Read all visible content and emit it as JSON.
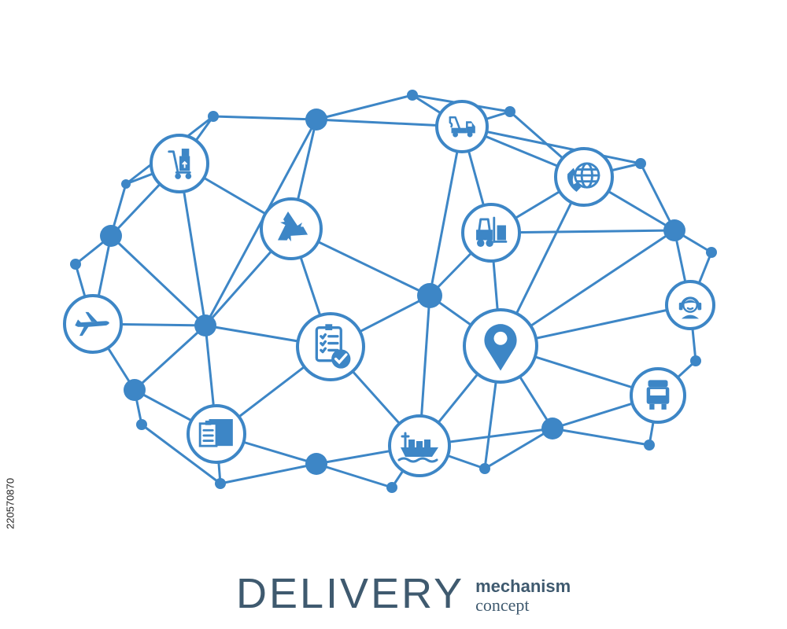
{
  "title": {
    "main": "DELIVERY",
    "sub_strong": "mechanism",
    "sub_light": "concept"
  },
  "stock_id": "220570870",
  "colors": {
    "accent": "#3d86c6",
    "text": "#3f5a6f",
    "background": "#ffffff"
  },
  "icons": [
    {
      "id": "hand-truck",
      "icon": "hand-truck-icon"
    },
    {
      "id": "tow-truck",
      "icon": "tow-truck-icon"
    },
    {
      "id": "globe-phone",
      "icon": "globe-phone-icon"
    },
    {
      "id": "recycle",
      "icon": "recycle-icon"
    },
    {
      "id": "forklift",
      "icon": "forklift-icon"
    },
    {
      "id": "airplane",
      "icon": "airplane-icon"
    },
    {
      "id": "checklist",
      "icon": "checklist-icon"
    },
    {
      "id": "location-pin",
      "icon": "location-pin-icon"
    },
    {
      "id": "support-agent",
      "icon": "support-agent-icon"
    },
    {
      "id": "truck",
      "icon": "truck-icon"
    },
    {
      "id": "package-list",
      "icon": "package-list-icon"
    },
    {
      "id": "cargo-ship",
      "icon": "cargo-ship-icon"
    }
  ]
}
